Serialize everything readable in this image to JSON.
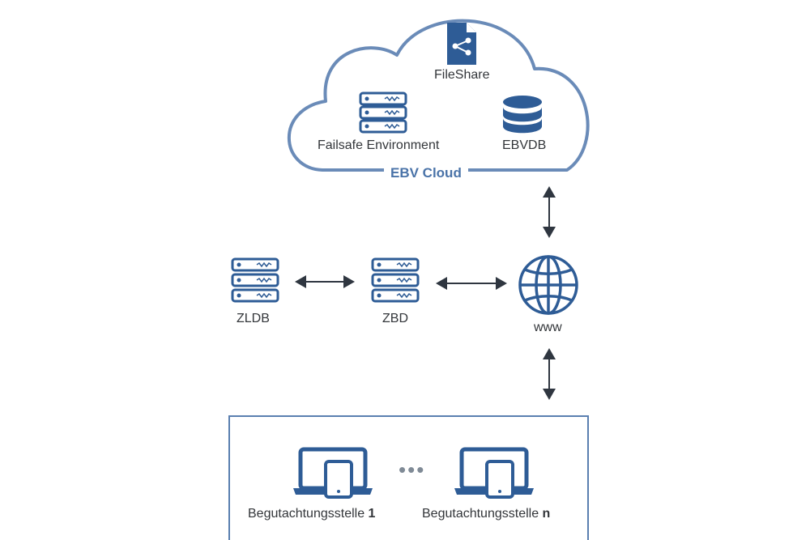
{
  "cloud": {
    "title": "EBV Cloud",
    "nodes": {
      "fileshare": {
        "label": "FileShare",
        "icon": "share-document-icon"
      },
      "failsafe": {
        "label": "Failsafe Environment",
        "icon": "server-stack-icon"
      },
      "ebvdb": {
        "label": "EBVDB",
        "icon": "database-icon"
      }
    }
  },
  "nodes": {
    "zldb": {
      "label": "ZLDB",
      "icon": "server-stack-icon"
    },
    "zbd": {
      "label": "ZBD",
      "icon": "server-stack-icon"
    },
    "www": {
      "label": "www",
      "icon": "globe-icon"
    }
  },
  "stations": {
    "ellipsis": "•••",
    "items": [
      {
        "label": "Begutachtungsstelle ",
        "suffix": "1",
        "icon": "laptop-tablet-icon"
      },
      {
        "label": "Begutachtungsstelle ",
        "suffix": "n",
        "icon": "laptop-tablet-icon"
      }
    ]
  },
  "colors": {
    "icon": "#2e5c96",
    "cloud_outline": "#6a8bb8",
    "arrow": "#2f3640",
    "box_border": "#5a7fb0"
  }
}
